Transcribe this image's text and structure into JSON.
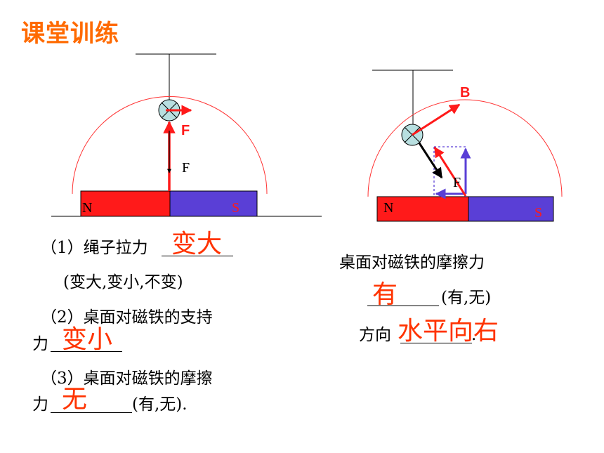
{
  "title": "课堂训练",
  "left_figure": {
    "force_red": "F",
    "force_black": "F",
    "magnet_n": "N",
    "magnet_s": "S"
  },
  "right_figure": {
    "force_b": "B",
    "force_f": "F",
    "magnet_n": "N",
    "magnet_s": "S"
  },
  "questions": {
    "q1_text": "（1）绳子拉力",
    "q1_answer": "变大",
    "q1_options": "(变大,变小,不变)",
    "q2_text": "（2）桌面对磁铁的支持",
    "q2_text2": "力",
    "q2_answer": "变小",
    "q3_text": "（3）桌面对磁铁的摩擦",
    "q3_text2": "力",
    "q3_answer": "无",
    "q3_options": "(有,无).",
    "r_text": "桌面对磁铁的摩擦力",
    "r_options": "(有,无)",
    "r_answer1": "有",
    "r_dir": "方向",
    "r_answer2": "水平向右",
    "r_period": "."
  },
  "colors": {
    "title": "#ff6a00",
    "answer": "#ff3300",
    "magnet_north": "#ff1a1a",
    "magnet_south": "#5a3fd6",
    "wire": "#b8dfe0",
    "arc": "#ff3333"
  }
}
